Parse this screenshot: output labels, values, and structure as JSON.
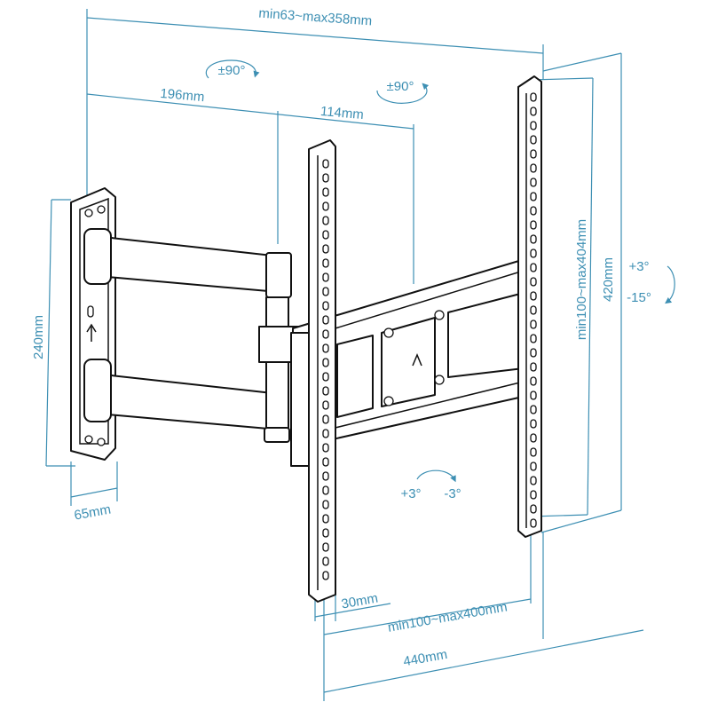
{
  "title": "TV wall mount dimension diagram",
  "colors": {
    "dimension": "#3d8fb3",
    "ink": "#111111"
  },
  "labels": {
    "total_depth": "min63~max358mm",
    "swivel_wall": "±90°",
    "swivel_tv": "±90°",
    "arm_length": "196mm",
    "arm_offset": "114mm",
    "wall_plate_height": "240mm",
    "wall_plate_width": "65mm",
    "vesa_vertical": "min100~max404mm",
    "plate_height": "420mm",
    "tilt_up": "+3°",
    "tilt_down": "-15°",
    "level_plus": "+3°",
    "level_minus": "-3°",
    "plate_width": "30mm",
    "vesa_horizontal": "min100~max400mm",
    "total_width": "440mm"
  }
}
